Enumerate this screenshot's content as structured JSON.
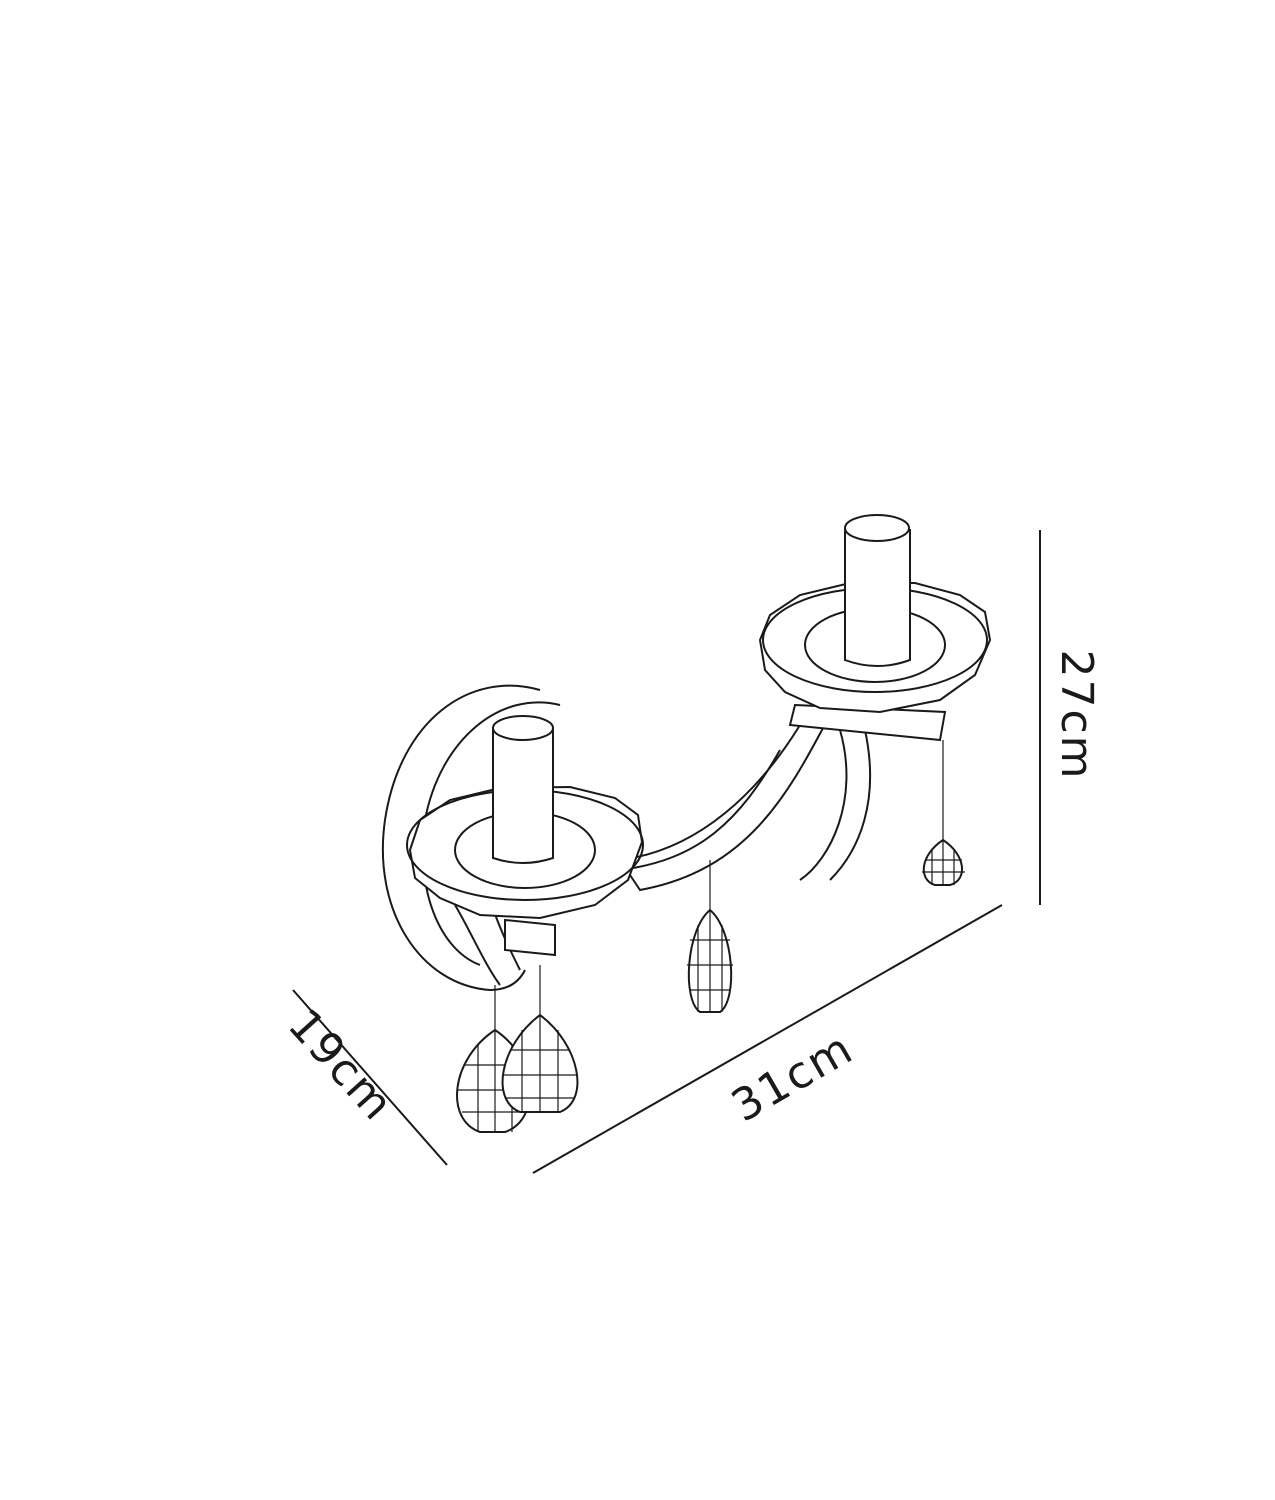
{
  "dimensions": {
    "height": "27cm",
    "width": "31cm",
    "depth": "19cm"
  },
  "colors": {
    "line": "#1a1a1a",
    "background": "#ffffff"
  }
}
